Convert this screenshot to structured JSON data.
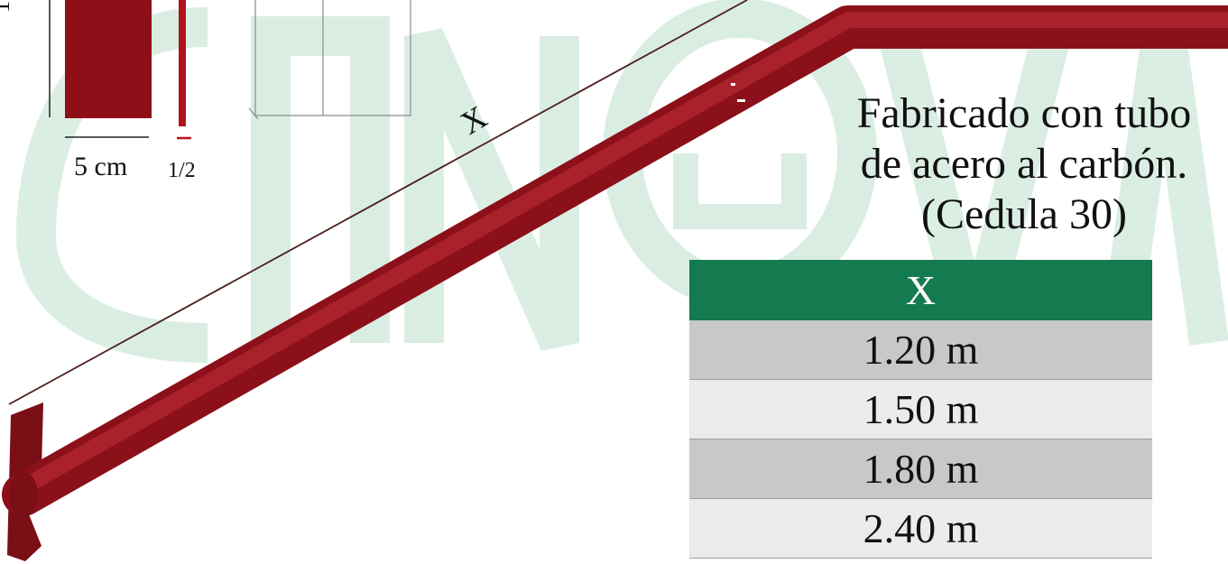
{
  "colors": {
    "tube": "#a0141e",
    "watermark": "#d7ece1",
    "header": "#147a50",
    "row_dark": "#c8c8c8",
    "row_light": "#ebebeb"
  },
  "dimensions": {
    "width_label": "5 cm",
    "thickness_label": "1/2",
    "length_label": "X"
  },
  "description": {
    "line1": "Fabricado con tubo",
    "line2": "de acero al carbón.",
    "line3": "(Cedula 30)"
  },
  "table": {
    "header": "X",
    "rows": [
      "1.20 m",
      "1.50 m",
      "1.80 m",
      "2.40 m"
    ]
  }
}
